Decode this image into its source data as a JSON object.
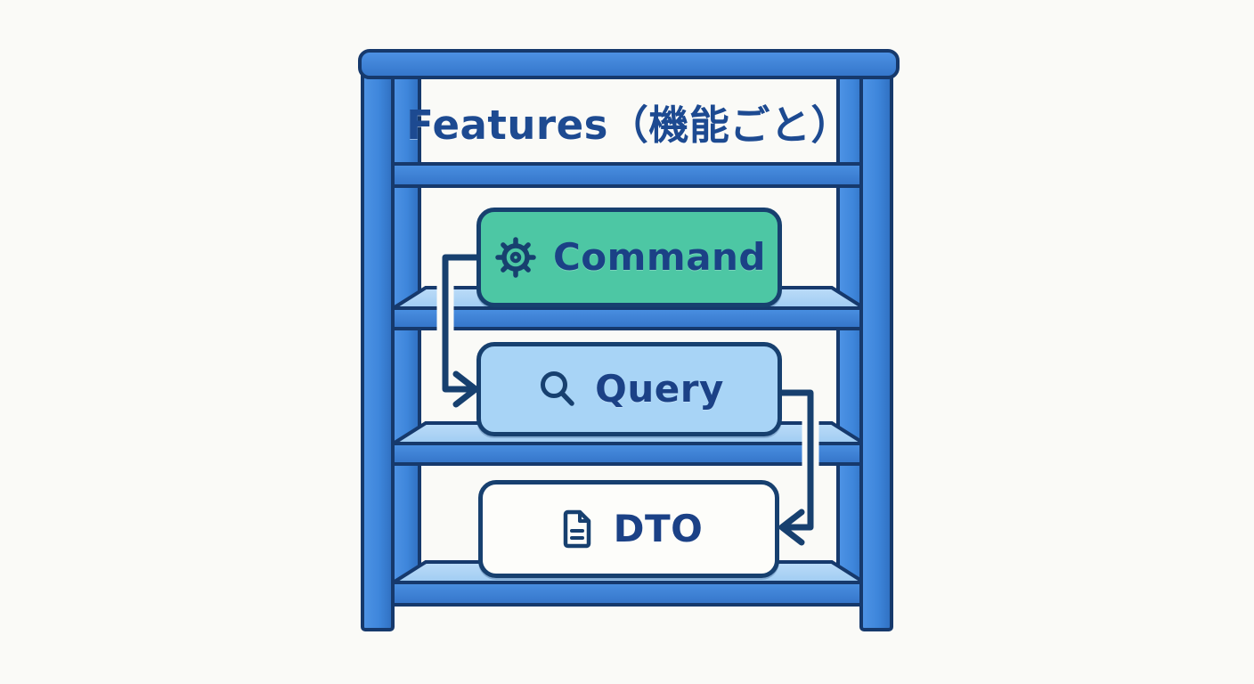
{
  "diagram": {
    "title": "Features（機能ごと）",
    "boxes": [
      {
        "id": "command",
        "label": "Command",
        "icon": "gear-icon",
        "fill": "#4dc7a4"
      },
      {
        "id": "query",
        "label": "Query",
        "icon": "search-icon",
        "fill": "#a8d4f6"
      },
      {
        "id": "dto",
        "label": "DTO",
        "icon": "document-icon",
        "fill": "#fdfdfa"
      }
    ],
    "arrows": [
      {
        "from": "command",
        "to": "query",
        "route": "out-left-down-into-left"
      },
      {
        "from": "query",
        "to": "dto",
        "route": "out-right-down-into-right"
      }
    ],
    "structure": "shelf-rack",
    "shelf_levels": [
      "Features（機能ごと）",
      "Command",
      "Query",
      "DTO"
    ],
    "colors": {
      "background": "#fafaf7",
      "frame_blue": "#3e86db",
      "frame_outline": "#16396c",
      "shelf_top_blue": "#a9d2f4",
      "command_fill": "#4dc7a4",
      "query_fill": "#a8d4f6",
      "dto_fill": "#fdfdfa",
      "text_navy": "#1b4186",
      "arrow_navy": "#17406f"
    }
  }
}
